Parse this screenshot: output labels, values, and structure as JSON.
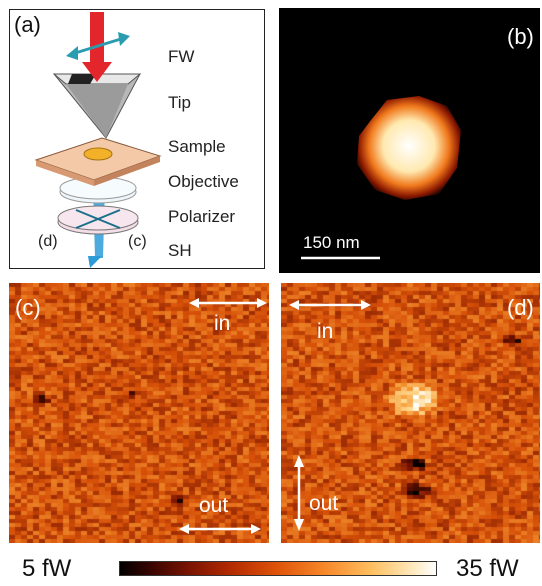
{
  "panel_a": {
    "label": "(a)",
    "parts": [
      "FW",
      "Tip",
      "Sample",
      "Objective",
      "Polarizer",
      "SH"
    ],
    "polarizer_labels": [
      "(d)",
      "(c)"
    ]
  },
  "panel_b": {
    "label": "(b)",
    "scale_bar": "150 nm"
  },
  "panel_c": {
    "label": "(c)",
    "top_arrow": "in",
    "bottom_arrow": "out"
  },
  "panel_d": {
    "label": "(d)",
    "top_arrow": "in",
    "bottom_arrow": "out"
  },
  "colorbar": {
    "min_label": "5 fW",
    "max_label": "35 fW",
    "colors": [
      "#000000",
      "#7a1400",
      "#e0540a",
      "#ffc063",
      "#ffffff"
    ]
  }
}
